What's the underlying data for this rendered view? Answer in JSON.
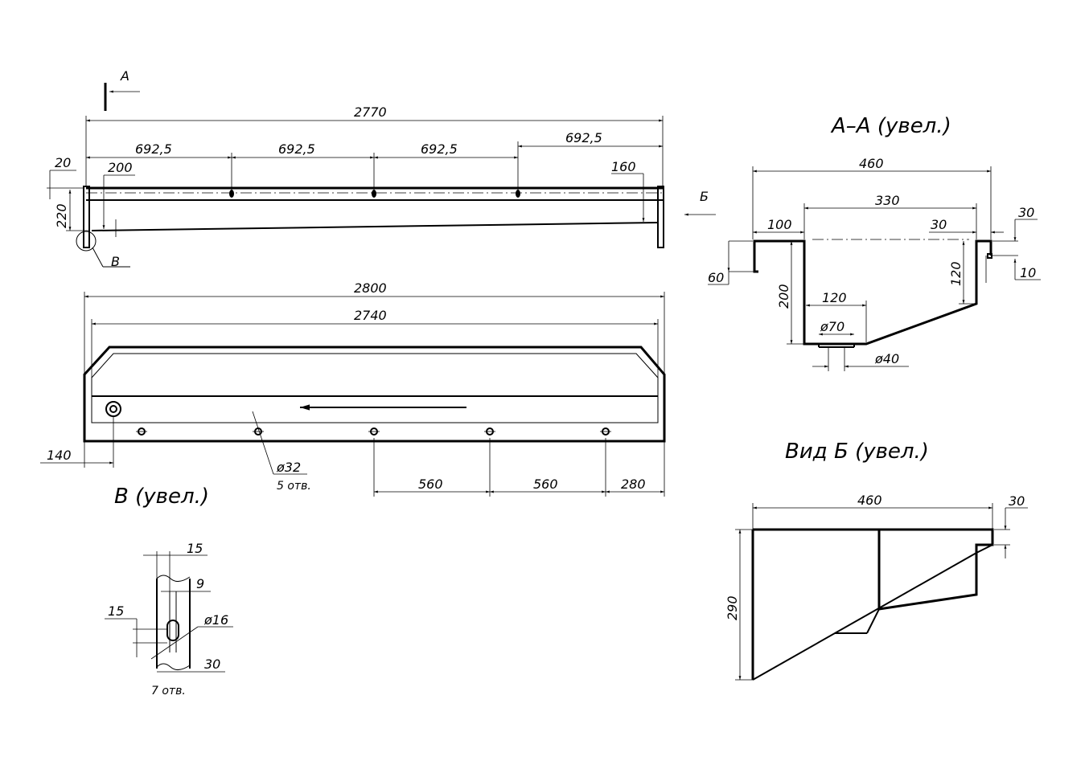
{
  "section_marks": {
    "a": "А",
    "b": "Б",
    "v": "В"
  },
  "titles": {
    "section_aa": "А–А (увел.)",
    "view_b": "Вид Б (увел.)",
    "detail_v": "В (увел.)"
  },
  "top_view": {
    "overall": "2770",
    "spacing_1": "692,5",
    "spacing_2": "692,5",
    "spacing_3": "692,5",
    "spacing_4": "692,5",
    "left_edge": "20",
    "left_offset": "200",
    "height": "220",
    "right_offset": "160"
  },
  "front_view": {
    "overall": "2800",
    "inner": "2740",
    "left_hole": "140",
    "hole_dia": "ø32",
    "hole_count": "5 отв.",
    "pitch_1": "560",
    "pitch_2": "560",
    "end_gap": "280"
  },
  "section_aa": {
    "width": "460",
    "inner_width": "330",
    "lip": "30",
    "lip_right": "30",
    "left_flange": "100",
    "flange_depth": "60",
    "depth": "200",
    "right_height": "120",
    "right_small": "10",
    "bottom_flat": "120",
    "outlet_dia": "ø70",
    "outlet_inner": "ø40"
  },
  "view_b": {
    "width": "460",
    "lip": "30",
    "height": "290"
  },
  "detail_v": {
    "width": "15",
    "slot": "9",
    "offset": "15",
    "hole_dia": "ø16",
    "pitch": "30",
    "count": "7 отв."
  }
}
